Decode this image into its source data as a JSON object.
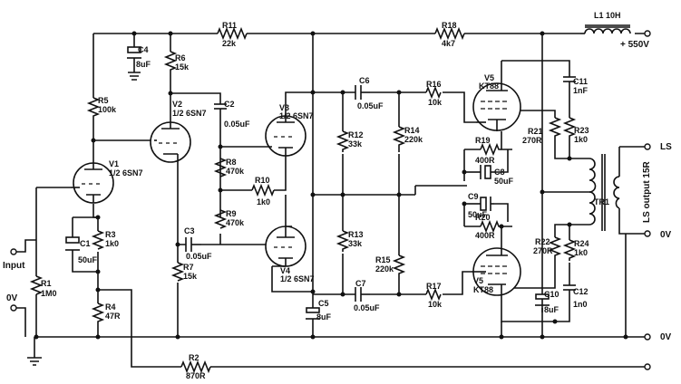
{
  "components": {
    "V1": {
      "ref": "V1",
      "type": "1/2 6SN7"
    },
    "V2": {
      "ref": "V2",
      "type": "1/2 6SN7"
    },
    "V3": {
      "ref": "V3",
      "type": "1/2 6SN7"
    },
    "V4": {
      "ref": "V4",
      "type": "1/2 6SN7"
    },
    "V5a": {
      "ref": "V5",
      "type": "KT88"
    },
    "V5b": {
      "ref": "V5",
      "type": "KT88"
    },
    "R1": {
      "ref": "R1",
      "value": "1M0"
    },
    "R2": {
      "ref": "R2",
      "value": "870R"
    },
    "R3": {
      "ref": "R3",
      "value": "1k0"
    },
    "R4": {
      "ref": "R4",
      "value": "47R"
    },
    "R5": {
      "ref": "R5",
      "value": "100k"
    },
    "R6": {
      "ref": "R6",
      "value": "15k"
    },
    "R7": {
      "ref": "R7",
      "value": "15k"
    },
    "R8": {
      "ref": "R8",
      "value": "470k"
    },
    "R9": {
      "ref": "R9",
      "value": "470k"
    },
    "R10": {
      "ref": "R10",
      "value": "1k0"
    },
    "R11": {
      "ref": "R11",
      "value": "22k"
    },
    "R12": {
      "ref": "R12",
      "value": "33k"
    },
    "R13": {
      "ref": "R13",
      "value": "33k"
    },
    "R14": {
      "ref": "R14",
      "value": "220k"
    },
    "R15": {
      "ref": "R15",
      "value": "220k"
    },
    "R16": {
      "ref": "R16",
      "value": "10k"
    },
    "R17": {
      "ref": "R17",
      "value": "10k"
    },
    "R18": {
      "ref": "R18",
      "value": "4k7"
    },
    "R19": {
      "ref": "R19",
      "value": "400R"
    },
    "R20": {
      "ref": "R20",
      "value": "400R"
    },
    "R21": {
      "ref": "R21",
      "value": "270R"
    },
    "R22": {
      "ref": "R22",
      "value": "270R"
    },
    "R23": {
      "ref": "R23",
      "value": "1k0"
    },
    "R24": {
      "ref": "R24",
      "value": "1k0"
    },
    "C1": {
      "ref": "C1",
      "value": "50uF"
    },
    "C2": {
      "ref": "C2",
      "value": "0.05uF"
    },
    "C3": {
      "ref": "C3",
      "value": "0.05uF"
    },
    "C4": {
      "ref": "C4",
      "value": "8uF"
    },
    "C5": {
      "ref": "C5",
      "value": "8uF"
    },
    "C6": {
      "ref": "C6",
      "value": "0.05uF"
    },
    "C7": {
      "ref": "C7",
      "value": "0.05uF"
    },
    "C8": {
      "ref": "C8",
      "value": "50uF"
    },
    "C9": {
      "ref": "C9",
      "value": "50uF"
    },
    "C10": {
      "ref": "C10",
      "value": "8uF"
    },
    "C11": {
      "ref": "C11",
      "value": "1nF"
    },
    "C12": {
      "ref": "C12",
      "value": "1n0"
    },
    "L1": {
      "ref": "L1 10H"
    },
    "TR1": {
      "ref": "TR1"
    }
  },
  "labels": {
    "input": "Input",
    "input_zero": "0V",
    "supply": "+ 550V",
    "ls": "LS",
    "ls_zero": "0V",
    "gnd_zero": "0V",
    "ls_output": "LS output 15R"
  }
}
